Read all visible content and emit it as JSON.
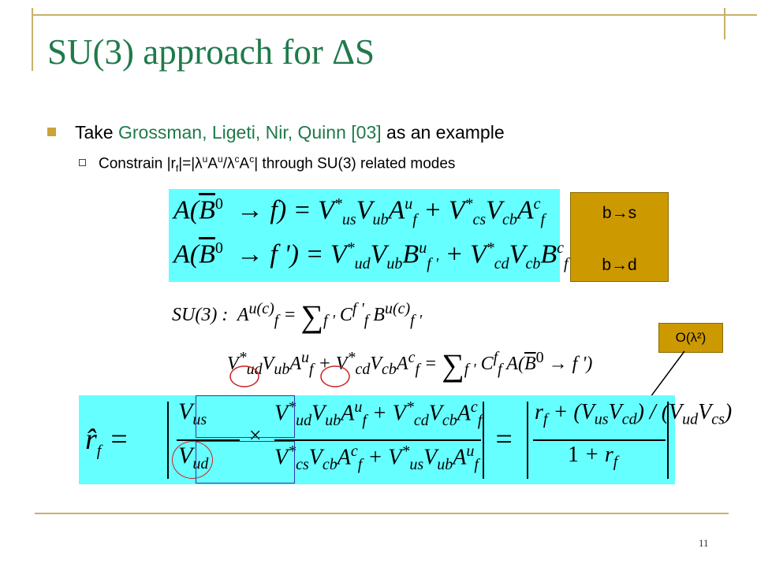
{
  "slide": {
    "title": "SU(3) approach for ΔS",
    "bullet1": {
      "prefix": "Take ",
      "reference": "Grossman, Ligeti, Nir, Quinn [03]",
      "suffix": " as an example"
    },
    "bullet2": {
      "text_a": "Constrain |r",
      "sub_f": "f",
      "text_b": "|=|λ",
      "sup_u": "u",
      "text_c": "A",
      "sup_u2": "u",
      "text_d": "/λ",
      "sup_c": "c",
      "text_e": "A",
      "sup_c2": "c",
      "text_f": "| through SU(3) related modes"
    },
    "transitions": {
      "b_to_s": "b→s",
      "b_to_d": "b→d"
    },
    "order_label": "O(λ²)",
    "page_number": "11",
    "colors": {
      "title_green": "#1f7a4a",
      "equation_bg": "#66ffff",
      "highlight_orange": "#cc9900",
      "frame_gold": "#c8b06a"
    }
  }
}
